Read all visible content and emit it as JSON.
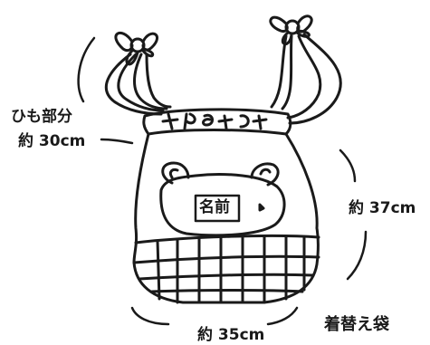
{
  "labels": {
    "strap_part": "ひも部分",
    "strap_length": "約 30cm",
    "height": "約 37cm",
    "width": "約 35cm",
    "name_tag": "名前",
    "caption": "着替え袋"
  },
  "colors": {
    "ink": "#1a1a1a",
    "background": "#ffffff"
  }
}
